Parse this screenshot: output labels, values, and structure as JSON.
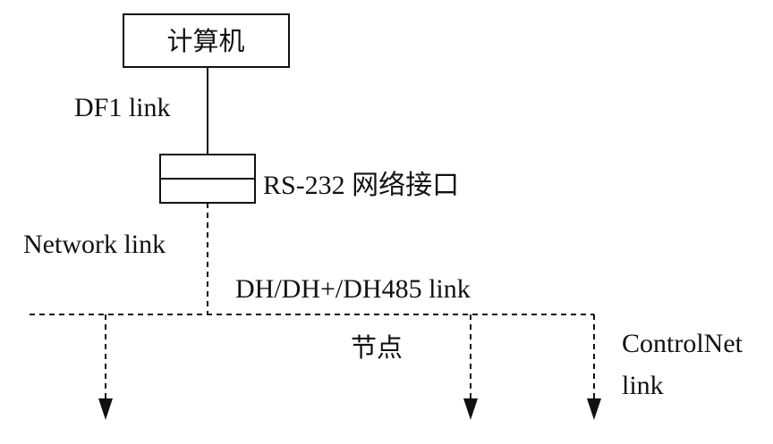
{
  "computer_label": "计算机",
  "df1_label": "DF1 link",
  "interface_label": "RS-232 网络接口",
  "network_label": "Network link",
  "bus_label": "DH/DH+/DH485 link",
  "node_label": "节点",
  "controlnet_label_line1": "ControlNet",
  "controlnet_label_line2": "link"
}
